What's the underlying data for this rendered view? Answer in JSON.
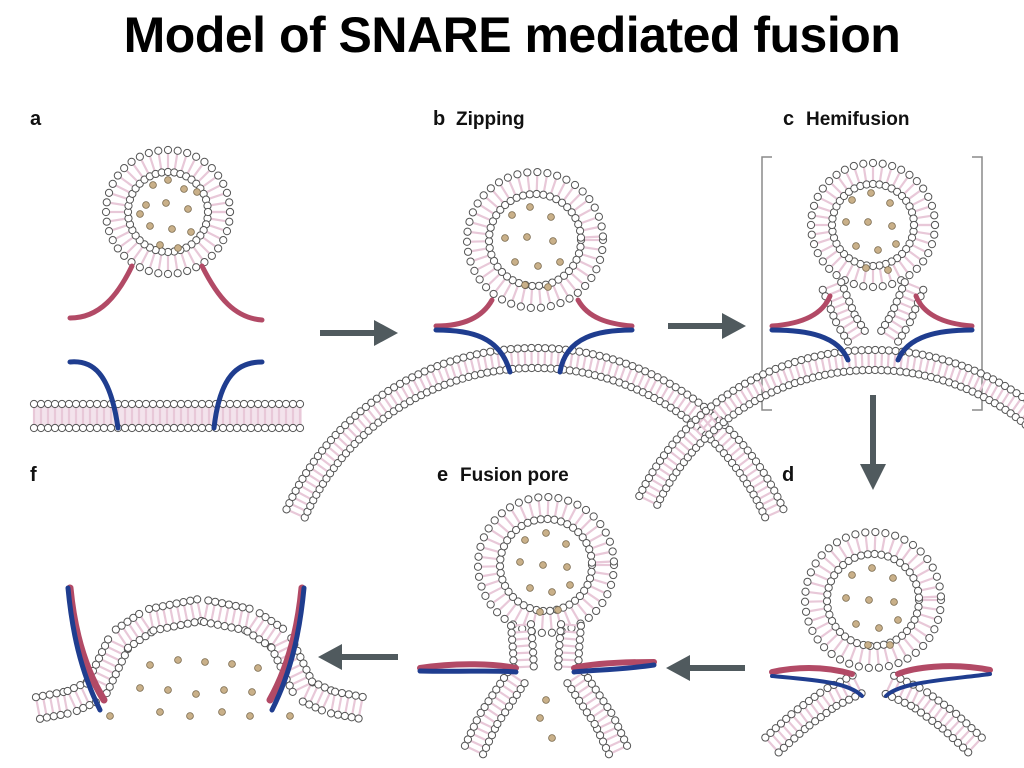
{
  "title": "Model of SNARE mediated fusion",
  "panels": {
    "a": {
      "letter": "a",
      "name": ""
    },
    "b": {
      "letter": "b",
      "name": "Zipping"
    },
    "c": {
      "letter": "c",
      "name": "Hemifusion"
    },
    "d": {
      "letter": "d",
      "name": ""
    },
    "e": {
      "letter": "e",
      "name": "Fusion pore"
    },
    "f": {
      "letter": "f",
      "name": ""
    }
  },
  "colors": {
    "lipid_head": "#ffffff",
    "lipid_outline": "#555555",
    "lipid_tail": "#e8c8d8",
    "cargo": "#c9b089",
    "v_snare": "#b24a66",
    "t_snare": "#1f3d8f",
    "arrow": "#505a5e"
  }
}
